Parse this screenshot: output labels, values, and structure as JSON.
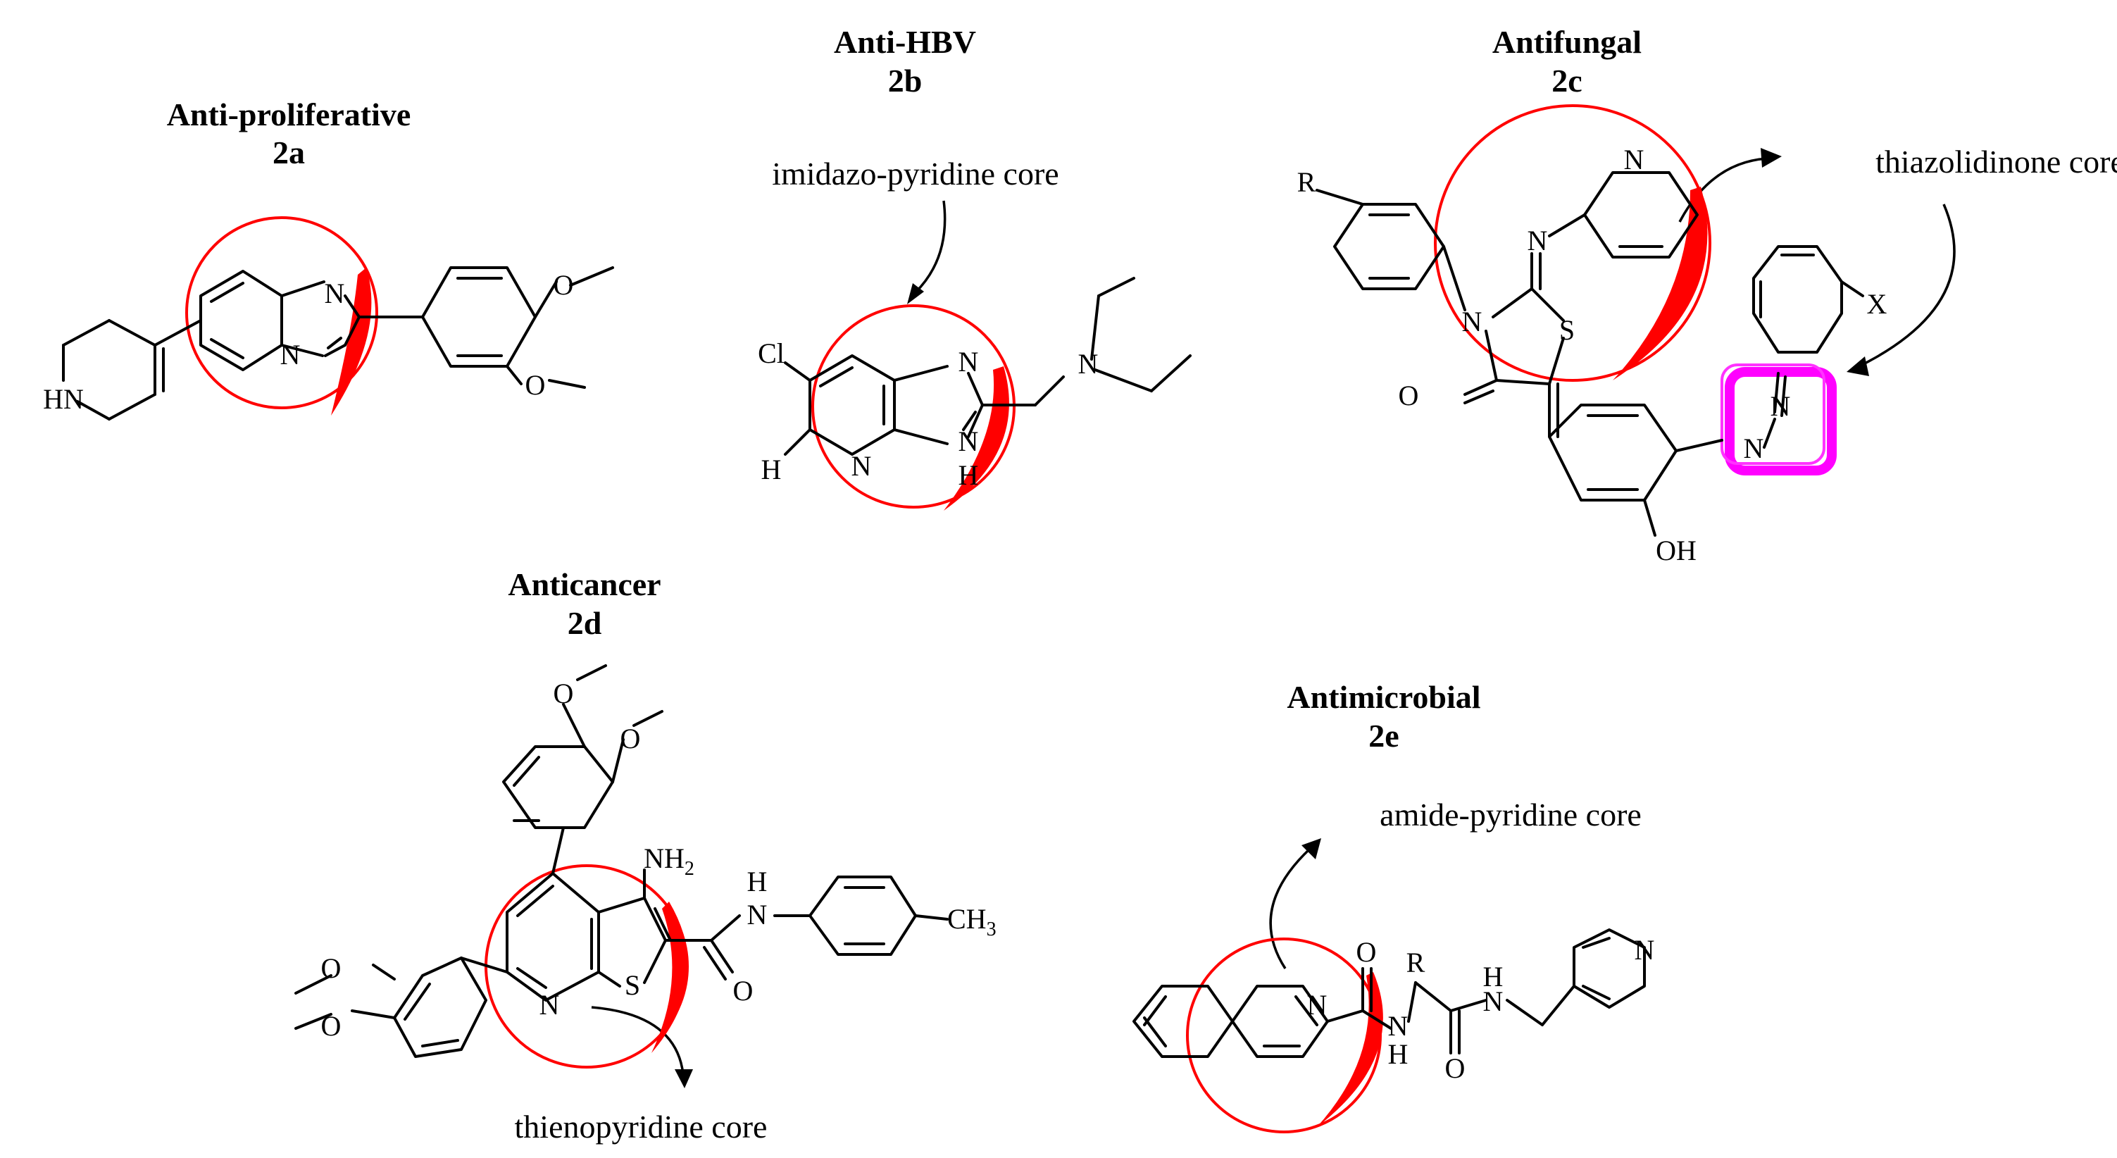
{
  "compounds": [
    {
      "id": "2a",
      "activity": "Anti-proliferative",
      "label": "2a",
      "atoms": [
        "N",
        "N",
        "HN",
        "O",
        "O"
      ]
    },
    {
      "id": "2b",
      "activity": "Anti-HBV",
      "label": "2b",
      "core": "imidazo-pyridine core",
      "atoms": [
        "Cl",
        "H",
        "N",
        "N",
        "N",
        "H",
        "N"
      ]
    },
    {
      "id": "2c",
      "activity": "Antifungal",
      "label": "2c",
      "core": "thiazolidinone core",
      "atoms": [
        "R",
        "N",
        "N",
        "N",
        "S",
        "O",
        "X",
        "N",
        "N",
        "OH"
      ]
    },
    {
      "id": "2d",
      "activity": "Anticancer",
      "label": "2d",
      "core": "thienopyridine core",
      "atoms": [
        "O",
        "O",
        "O",
        "O",
        "NH",
        "2",
        "H",
        "N",
        "CH",
        "3",
        "N",
        "S",
        "O"
      ]
    },
    {
      "id": "2e",
      "activity": "Antimicrobial",
      "label": "2e",
      "core": "amide-pyridine core",
      "atoms": [
        "N",
        "O",
        "R",
        "H",
        "N",
        "N",
        "H",
        "O",
        "N"
      ]
    }
  ],
  "colors": {
    "core_highlight": "#ff0000",
    "azo_highlight": "#ff33ff"
  }
}
